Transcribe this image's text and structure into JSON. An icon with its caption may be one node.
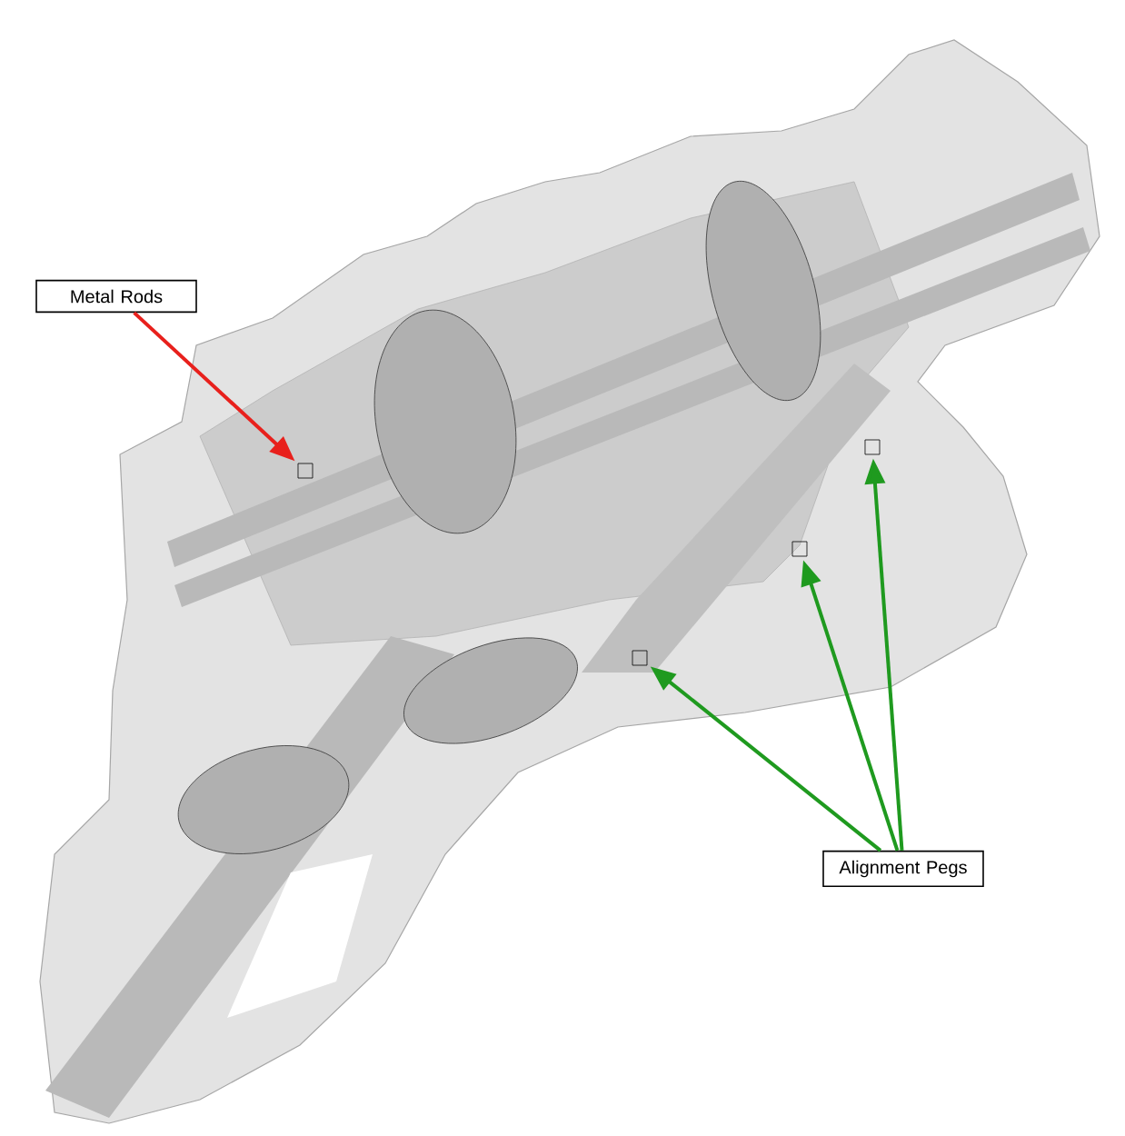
{
  "diagram": {
    "nodes": [
      {
        "text": [
          "Metal Rods"
        ]
      },
      {
        "text": [
          "Alignment Pegs"
        ]
      },
      {
        "text": [],
        "shape": "box"
      },
      {
        "text": [],
        "shape": "box"
      },
      {
        "text": [],
        "shape": "box"
      },
      {
        "text": [],
        "shape": "box"
      }
    ],
    "edges": [
      {
        "from": 0,
        "to": 2,
        "arrow": "to",
        "color": "#e8201c"
      },
      {
        "from": 1,
        "to": 3,
        "arrow": "to",
        "color": "#1f9a1f"
      },
      {
        "from": 1,
        "to": 4,
        "arrow": "to",
        "color": "#1f9a1f"
      },
      {
        "from": 1,
        "to": 5,
        "arrow": "to",
        "color": "#1f9a1f"
      }
    ]
  }
}
